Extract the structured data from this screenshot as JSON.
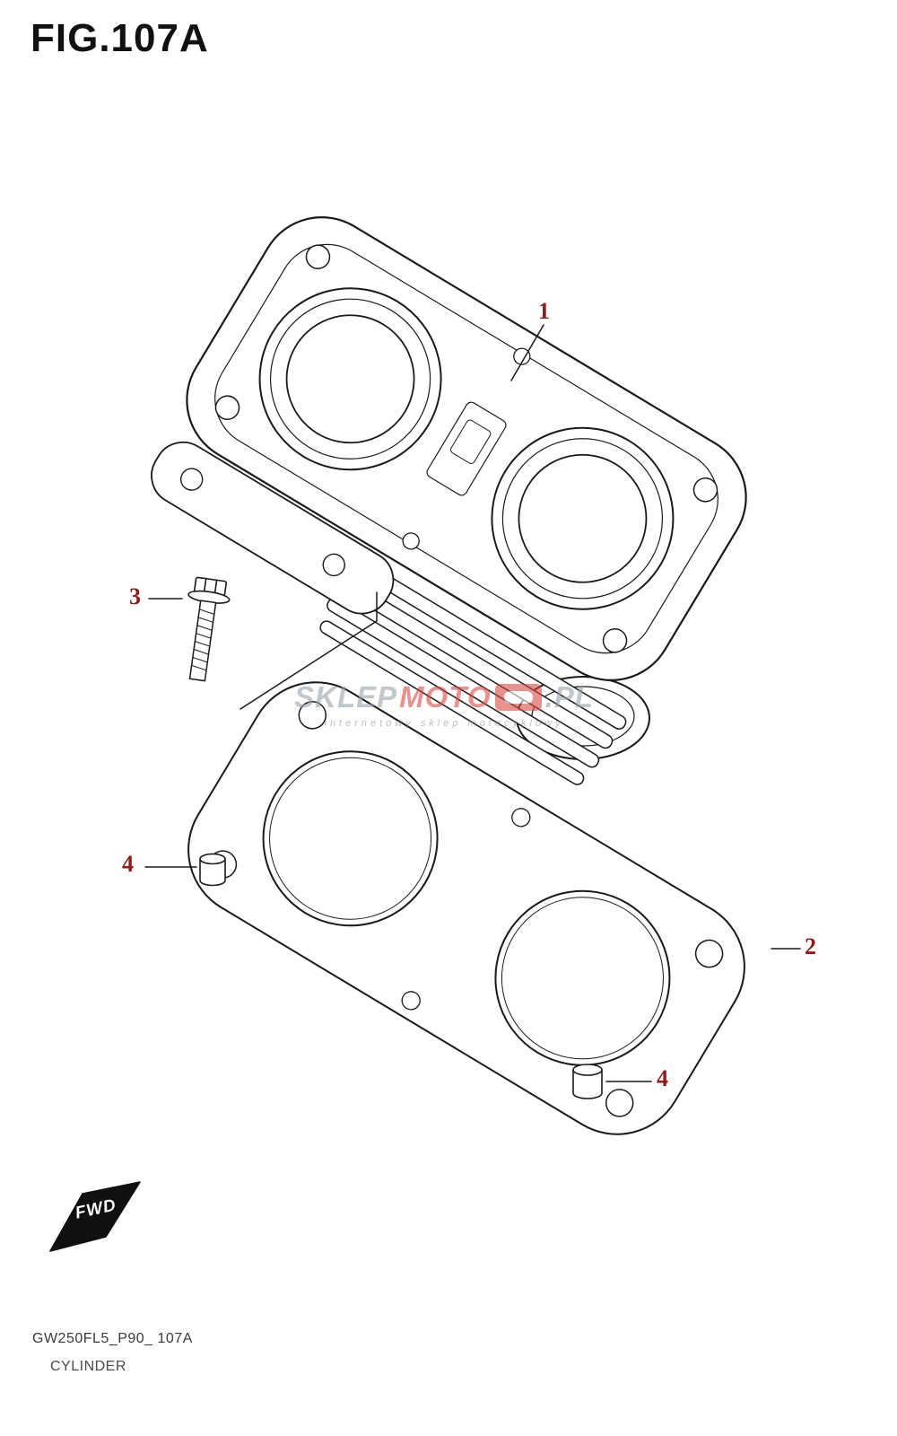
{
  "figure": {
    "title": "FIG.107A"
  },
  "callouts": [
    {
      "id": "1",
      "label": "1"
    },
    {
      "id": "2",
      "label": "2"
    },
    {
      "id": "3",
      "label": "3"
    },
    {
      "id": "4a",
      "label": "4"
    },
    {
      "id": "4b",
      "label": "4"
    }
  ],
  "watermark": {
    "brand_prefix": "SKLEP",
    "brand_mid": "MOTO",
    "brand_suffix": ".PL",
    "tagline": "internetowy sklep motocyklowy"
  },
  "fwd": {
    "label": "FWD"
  },
  "footer": {
    "code": "GW250FL5_P90_ 107A",
    "part_name": "CYLINDER"
  },
  "colors": {
    "callout_red": "#8f1d1d",
    "line_black": "#1a1a1a",
    "watermark_red": "#d84a45",
    "watermark_gray": "#9aa2a9"
  }
}
